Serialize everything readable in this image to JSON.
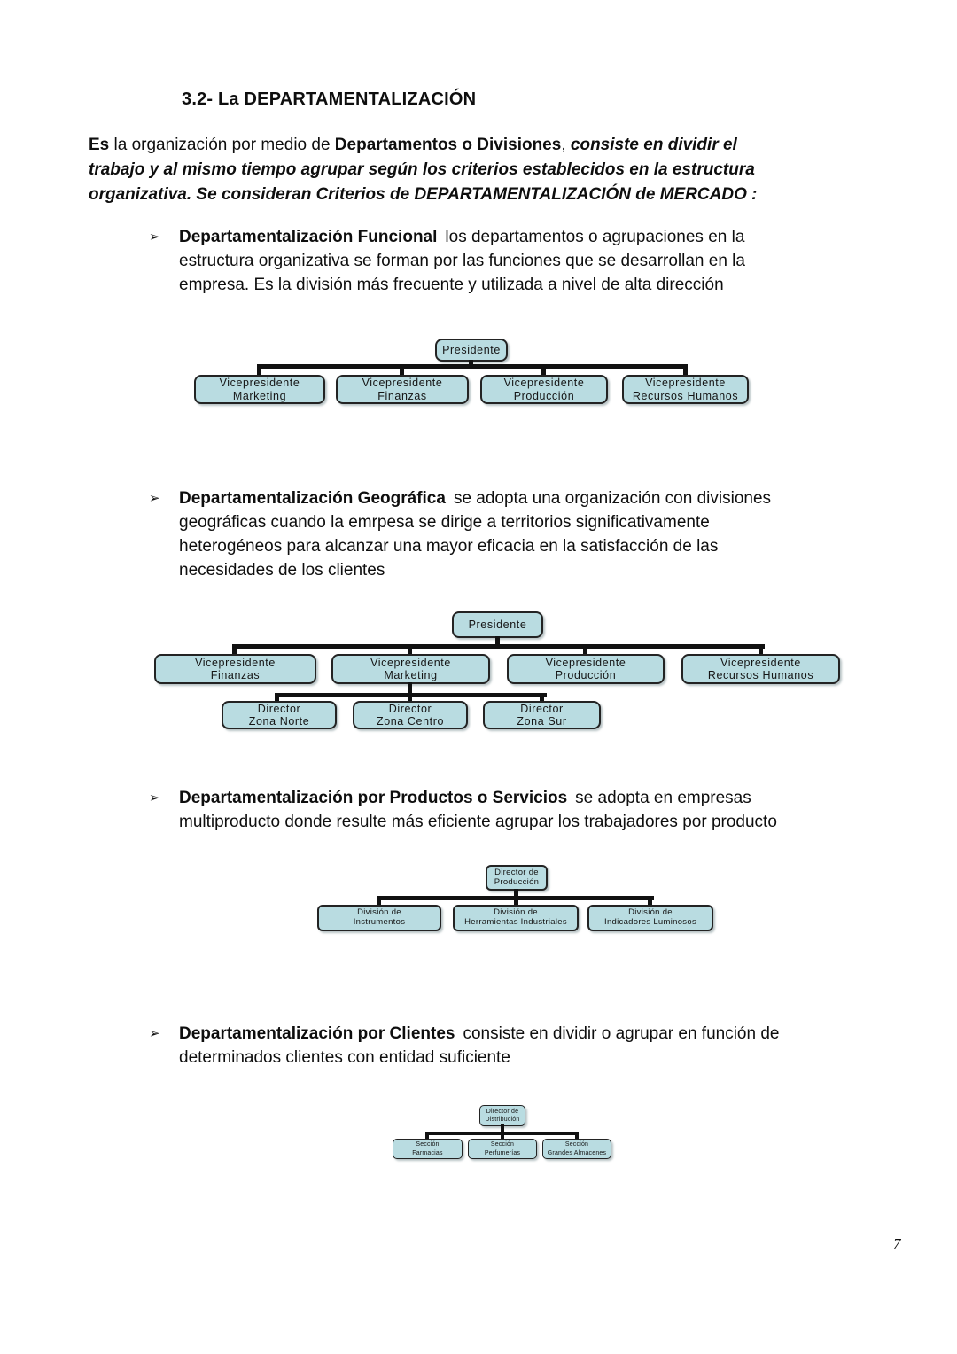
{
  "title": "3.2- La DEPARTAMENTALIZACIÓN",
  "intro": {
    "s1": "Es",
    "s2": " la organización por medio de ",
    "s3": "Departamentos o Divisiones",
    "s4": ", ",
    "s5": "consiste en dividir el\ntrabajo y al mismo tiempo agrupar según los criterios establecidos en la estructura\norganizativa. Se consideran Criterios de DEPARTAMENTALIZACIÓN de MERCADO :"
  },
  "bullet_marker": "➢",
  "bullets": [
    {
      "title": "Departamentalización Funcional",
      "rest": "los departamentos o agrupaciones en la\nestructura organizativa se forman por las funciones que se desarrollan en la\nempresa. Es la división más frecuente y utilizada a nivel de alta dirección"
    },
    {
      "title": "Departamentalización Geográfica",
      "rest": "se adopta una organización con divisiones\ngeográficas cuando la emrpesa se dirige a territorios significativamente\nheterogéneos para alcanzar una mayor eficacia en la satisfacción de las\nnecesidades de los clientes"
    },
    {
      "title": "Departamentalización por Productos o Servicios",
      "rest": "se adopta en empresas\nmultiproducto donde resulte más eficiente agrupar los trabajadores por producto"
    },
    {
      "title": "Departamentalización por Clientes",
      "rest": "consiste en dividir o agrupar en función de\ndeterminados clientes con entidad suficiente"
    }
  ],
  "charts": [
    {
      "name": "Departamentalización Funcional",
      "root": "Presidente",
      "children": [
        "Vicepresidente\nMarketing",
        "Vicepresidente\nFinanzas",
        "Vicepresidente\nProducción",
        "Vicepresidente\nRecursos Humanos"
      ]
    },
    {
      "name": "Departamentalización Geográfica",
      "root": "Presidente",
      "children": [
        "Vicepresidente\nFinanzas",
        "Vicepresidente\nMarketing",
        "Vicepresidente\nProducción",
        "Vicepresidente\nRecursos Humanos"
      ],
      "subparent": "Vicepresidente Marketing",
      "subchildren": [
        "Director\nZona Norte",
        "Director\nZona Centro",
        "Director\nZona Sur"
      ]
    },
    {
      "name": "Departamentalización por Productos o Servicios",
      "root": "Director de\nProducción",
      "children": [
        "División de\nInstrumentos",
        "División de\nHerramientas Industriales",
        "División de\nIndicadores Luminosos"
      ]
    },
    {
      "name": "Departamentalización por Clientes",
      "root": "Director de\nDistribución",
      "children": [
        "Sección\nFarmacias",
        "Sección\nPerfumerías",
        "Sección\nGrandes Almacenes"
      ]
    }
  ],
  "colors": {
    "box_fill": "#b9dce1",
    "box_border": "#232323",
    "connector": "#111111",
    "text": "#0e0e0e"
  },
  "page_number": "7"
}
